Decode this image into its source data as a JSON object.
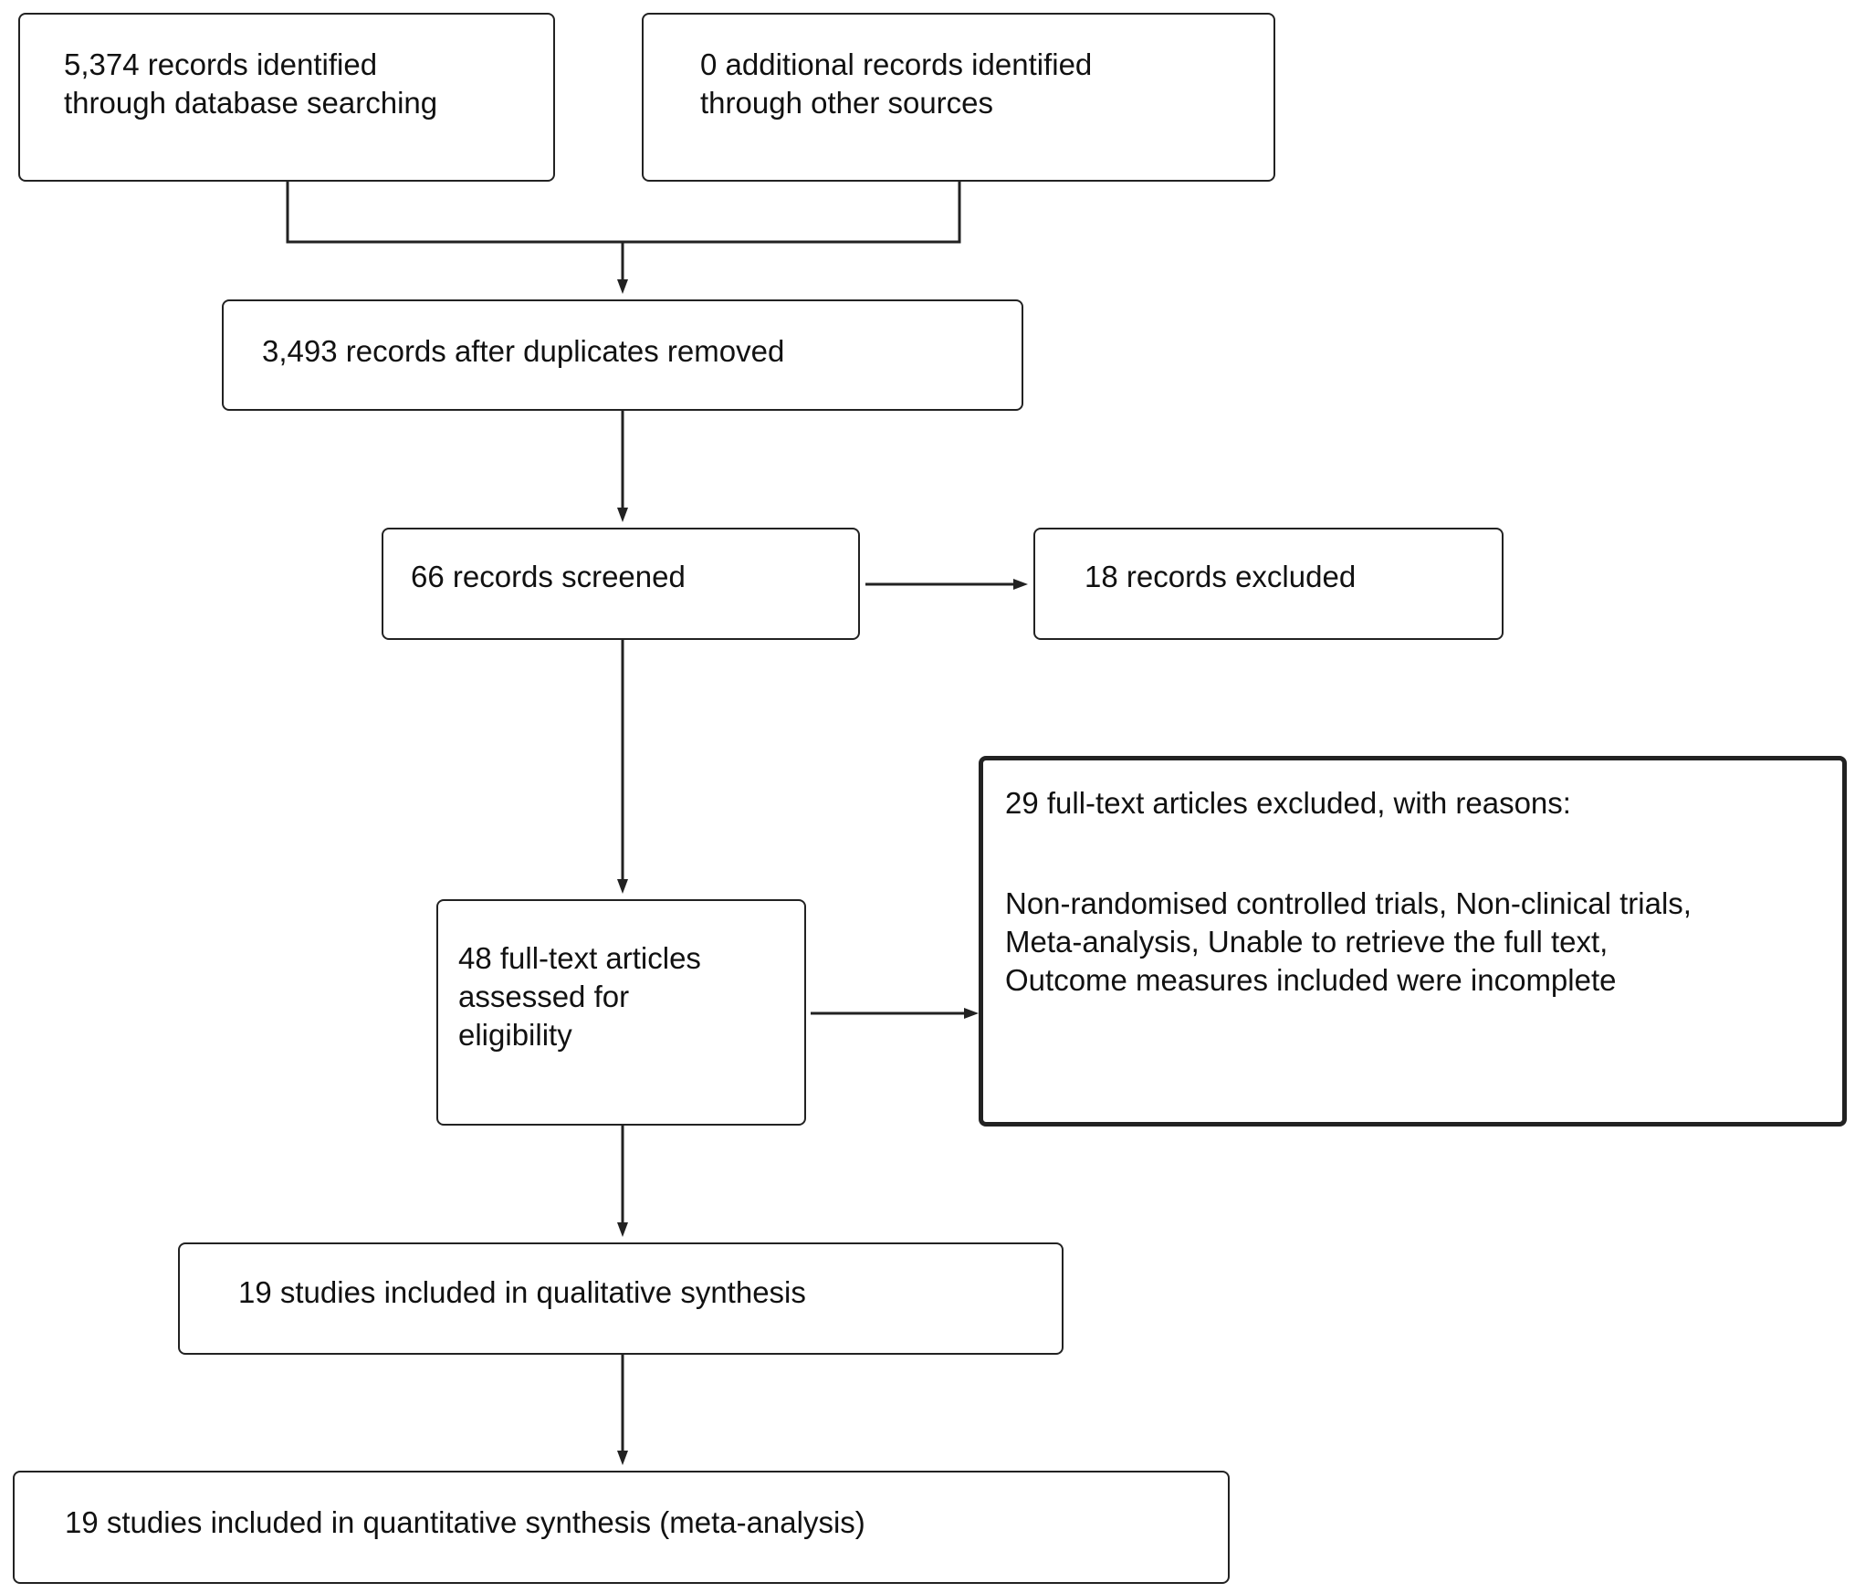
{
  "flow": {
    "identified_db": "5,374 records identified\nthrough database searching",
    "identified_other": "0 additional records identified\nthrough other sources",
    "after_duplicates": "3,493 records after duplicates removed",
    "screened": "66 records screened",
    "excluded": "18 records excluded",
    "fulltext_assessed": "48 full-text articles\nassessed for\neligibility",
    "fulltext_excluded": {
      "heading": "29 full-text articles excluded, with reasons:",
      "reasons": "Non-randomised controlled trials, Non-clinical trials,\nMeta-analysis, Unable to retrieve the full text,\nOutcome measures included were incomplete"
    },
    "qualitative": "19 studies included in qualitative synthesis",
    "quantitative": "19 studies included in quantitative synthesis (meta-analysis)"
  }
}
